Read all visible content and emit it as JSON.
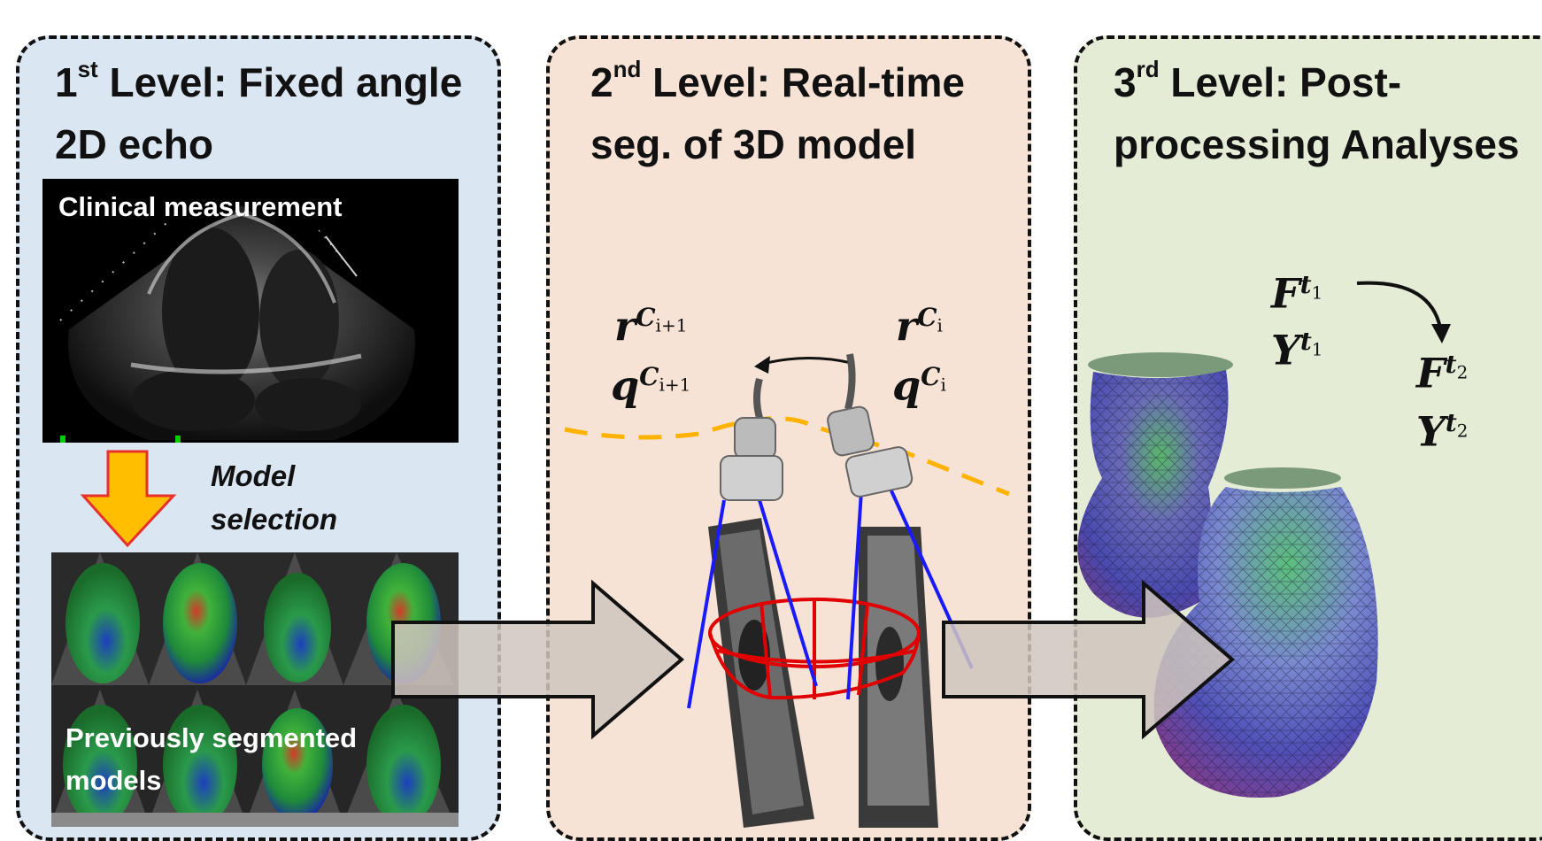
{
  "panels": {
    "level1": {
      "title_ord": "1",
      "title_sup": "st",
      "title_rest": " Level: Fixed angle",
      "title_line2": "2D echo",
      "echo_label": "Clinical measurement",
      "selection_line1": "Model",
      "selection_line2": "selection",
      "models_line1": "Previously segmented",
      "models_line2": "models"
    },
    "level2": {
      "title_ord": "2",
      "title_sup": "nd",
      "title_rest": " Level: Real-time",
      "title_line2": "seg. of 3D model",
      "r_next": "r",
      "r_next_sup": "C",
      "r_next_sub": "i+1",
      "q_next": "q",
      "q_next_sup": "C",
      "q_next_sub": "i+1",
      "r_cur": "r",
      "r_cur_sup": "C",
      "r_cur_sub": "i",
      "q_cur": "q",
      "q_cur_sup": "C",
      "q_cur_sub": "i"
    },
    "level3": {
      "title_ord": "3",
      "title_sup": "rd",
      "title_rest": "  Level: Post-",
      "title_line2": "processing Analyses",
      "f1": "F",
      "f1_sup": "t",
      "f1_sub": "1",
      "y1": "Y",
      "y1_sup": "t",
      "y1_sub": "1",
      "f2": "F",
      "f2_sup": "t",
      "f2_sub": "2",
      "y2": "Y",
      "y2_sup": "t",
      "y2_sub": "2"
    }
  },
  "colors": {
    "panel1_bg": "#dbe6f3",
    "panel2_bg": "#f7e2d6",
    "panel3_bg": "#e4ecd6",
    "selection_arrow": "#ffbf00",
    "probe_path": "#ffb300",
    "beam_lines": "#1a1aff",
    "mesh_outline": "#e00000",
    "flow_arrow": "#cfc6bd"
  },
  "icons": [
    "echo-image",
    "model-grid",
    "ultrasound-probe",
    "heart-mesh"
  ]
}
